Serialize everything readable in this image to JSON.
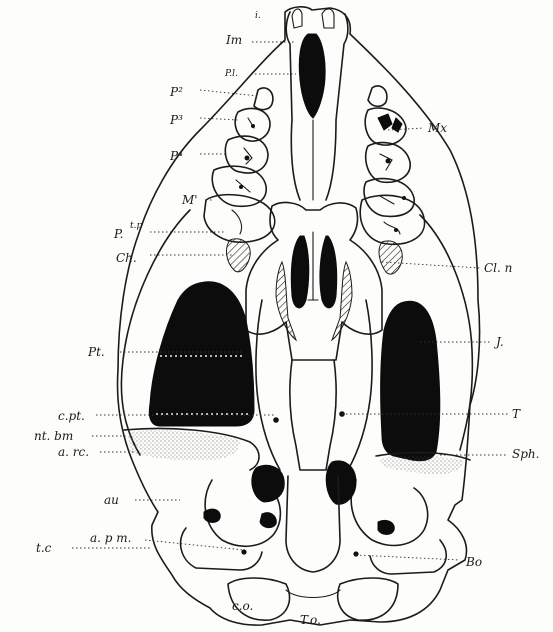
{
  "diagram": {
    "labels": {
      "i": "i.",
      "im": "Im",
      "pl": "P.l.",
      "p2": "P²",
      "p3": "P³",
      "p4": "P⁴",
      "m1": "M'",
      "pp": "P.",
      "pp2": "t.p",
      "ch": "Ch.",
      "pt": "Pt.",
      "cpt": "c.pt.",
      "ntbm": "nt. bm",
      "arc": "a. rc.",
      "au": "au",
      "apm": "a. p m.",
      "tc": "t.c",
      "co": "c.o.",
      "to": "T.o.",
      "mx": "Mx",
      "cln": "Cl. n",
      "j": "J.",
      "t": "T",
      "sph": "Sph.",
      "bo": "Bo"
    }
  }
}
